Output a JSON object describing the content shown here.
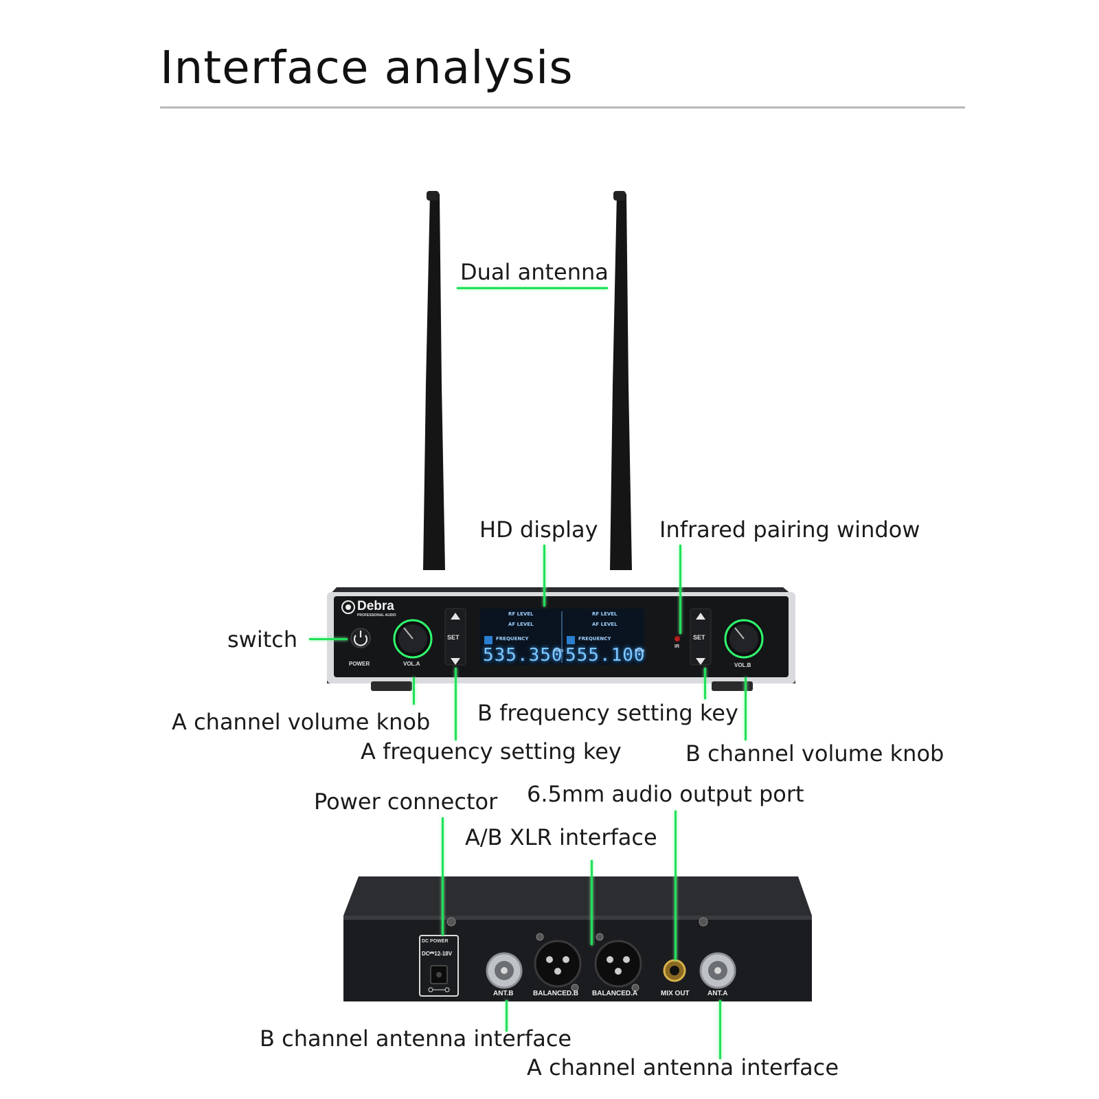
{
  "title": "Interface analysis",
  "labels": {
    "dual_antenna": "Dual antenna",
    "hd_display": "HD display",
    "infrared_pairing_window": "Infrared pairing window",
    "switch": "switch",
    "a_channel_volume_knob": "A channel volume knob",
    "b_frequency_setting_key": "B frequency setting key",
    "a_frequency_setting_key": "A frequency setting key",
    "b_channel_volume_knob": "B channel volume knob",
    "power_connector": "Power connector",
    "audio_output_port": "6.5mm audio output port",
    "ab_xlr_interface": "A/B XLR interface",
    "b_channel_antenna_interface": "B channel antenna interface",
    "a_channel_antenna_interface": "A channel antenna interface"
  },
  "front_panel": {
    "brand": "Debra",
    "brand_sub": "PROFESSIONAL AUDIO",
    "power": "POWER",
    "vol_a": "VOL.A",
    "vol_b": "VOL.B",
    "set": "SET",
    "ir": "IR",
    "rf_level": "RF LEVEL",
    "af_level": "AF LEVEL",
    "frequency": "FREQUENCY",
    "freq_a": "535.350",
    "freq_b": "555.100",
    "unit": "MHz"
  },
  "rear_panel": {
    "dc_power": "DC POWER",
    "dc_spec": "DC⎃12-18V",
    "ant_b": "ANT.B",
    "balanced_b": "BALANCED.B",
    "balanced_a": "BALANCED.A",
    "mix_out": "MIX OUT",
    "ant_a": "ANT.A"
  },
  "colors": {
    "accent_line": "#22e05a",
    "lcd_text": "#7ec8ff",
    "chassis": "#1e1f22",
    "trim": "#d9dbde"
  }
}
